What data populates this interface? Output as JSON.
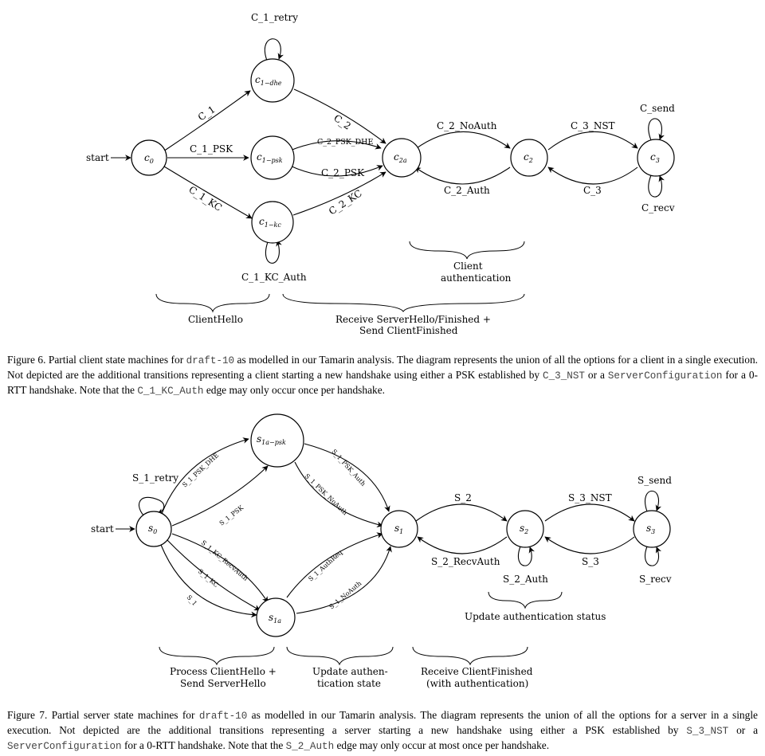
{
  "figure6": {
    "start_label": "start",
    "nodes": {
      "c0": "c",
      "c0_sub": "0",
      "c1_dhe": "c",
      "c1_dhe_sub": "1−dhe",
      "c1_psk": "c",
      "c1_psk_sub": "1−psk",
      "c1_kc": "c",
      "c1_kc_sub": "1−kc",
      "c2a": "c",
      "c2a_sub": "2a",
      "c2": "c",
      "c2_sub": "2",
      "c3": "c",
      "c3_sub": "3"
    },
    "edges": {
      "c_1_retry": "C_1_retry",
      "c_1": "C_1",
      "c_1_psk": "C_1_PSK",
      "c_1_kc": "C_1_KC",
      "c_1_kc_auth": "C_1_KC_Auth",
      "c_2": "C_2",
      "c_2_psk_dhe": "C_2_PSK_DHE",
      "c_2_psk": "C_2_PSK",
      "c_2_kc": "C_2_KC",
      "c_2_noauth": "C_2_NoAuth",
      "c_2_auth": "C_2_Auth",
      "c_3_nst": "C_3_NST",
      "c_3": "C_3",
      "c_send": "C_send",
      "c_recv": "C_recv"
    },
    "braces": {
      "client_auth_1": "Client",
      "client_auth_2": "authentication",
      "clienthello": "ClientHello",
      "receive_1": "Receive ServerHello/Finished +",
      "receive_2": "Send ClientFinished"
    },
    "caption": {
      "t1": "Figure 6. Partial client state machines for ",
      "c1": "draft-10",
      "t2": " as modelled in our Tamarin analysis. The diagram represents the union of all the options for a client in a single execution. Not depicted are the additional transitions representing a client starting a new handshake using either a PSK established by ",
      "c2": "C_3_NST",
      "t3": " or a ",
      "c3": "ServerConfiguration",
      "t4": " for a 0-RTT handshake. Note that the ",
      "c4": "C_1_KC_Auth",
      "t5": " edge may only occur once per handshake."
    }
  },
  "figure7": {
    "start_label": "start",
    "nodes": {
      "s0": "s",
      "s0_sub": "0",
      "s1a_psk": "s",
      "s1a_psk_sub": "1a−psk",
      "s1a": "s",
      "s1a_sub": "1a",
      "s1": "s",
      "s1_sub": "1",
      "s2": "s",
      "s2_sub": "2",
      "s3": "s",
      "s3_sub": "3"
    },
    "edges": {
      "s_1_retry": "S_1_retry",
      "s_1_psk_dhe": "S_1_PSK_DHE",
      "s_1_psk": "S_1_PSK",
      "s_1_kc_recvauth": "S_1_KC_RecvAuth",
      "s_1_kc": "S_1_KC",
      "s_1": "S_1",
      "s_1_psk_auth": "S_1_PSK_Auth",
      "s_1_psk_noauth": "S_1_PSK_NoAuth",
      "s_1_authreq": "S_1_AuthReq",
      "s_1_noauth": "S_1_NoAuth",
      "s_2": "S_2",
      "s_2_recvauth": "S_2_RecvAuth",
      "s_2_auth": "S_2_Auth",
      "s_3_nst": "S_3_NST",
      "s_3": "S_3",
      "s_send": "S_send",
      "s_recv": "S_recv"
    },
    "braces": {
      "update_auth_status": "Update authentication status",
      "process_1": "Process ClientHello +",
      "process_2": "Send ServerHello",
      "update_state_1": "Update authen-",
      "update_state_2": "tication state",
      "recv_cf_1": "Receive ClientFinished",
      "recv_cf_2": "(with authentication)"
    },
    "caption": {
      "t1": "Figure 7. Partial server state machines for ",
      "c1": "draft-10",
      "t2": " as modelled in our Tamarin analysis. The diagram represents the union of all the options for a server in a single execution. Not depicted are the additional transitions representing a server starting a new handshake using either a PSK established by ",
      "c2": "S_3_NST",
      "t3": " or a ",
      "c3": "ServerConfiguration",
      "t4": " for a 0-RTT handshake. Note that the ",
      "c4": "S_2_Auth",
      "t5": " edge may only occur at most once per handshake."
    }
  }
}
